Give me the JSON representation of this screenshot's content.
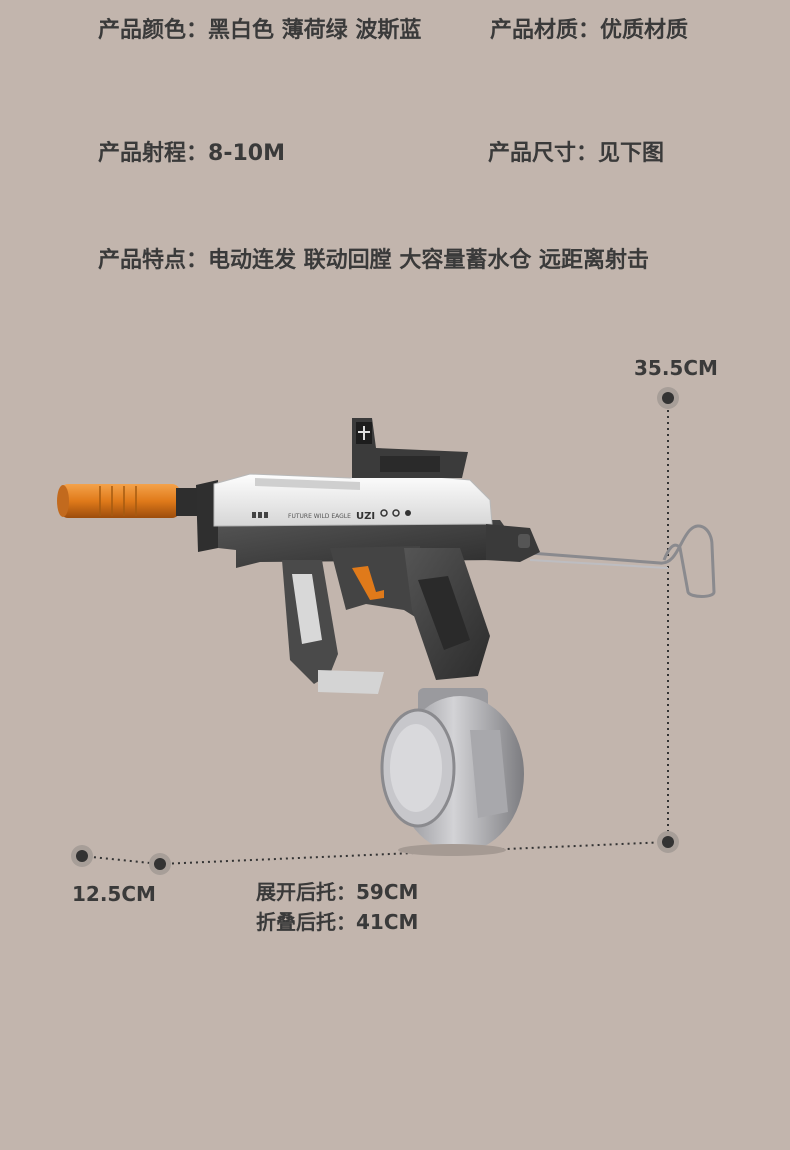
{
  "specs": {
    "color": {
      "label": "产品颜色：",
      "value": "黑白色 薄荷绿 波斯蓝"
    },
    "material": {
      "label": "产品材质：",
      "value": "优质材质"
    },
    "range": {
      "label": "产品射程：",
      "value": "8-10M"
    },
    "size": {
      "label": "产品尺寸：",
      "value": "见下图"
    },
    "features": {
      "label": "产品特点：",
      "value": "电动连发 联动回膛 大容量蓄水仓 远距离射击"
    }
  },
  "dimensions": {
    "height": "35.5CM",
    "depth": "12.5CM",
    "length_extended": "展开后托：59CM",
    "length_folded": "折叠后托：41CM"
  },
  "product": {
    "print_text": "FUTURE WILD EAGLE",
    "model": "UZI"
  },
  "colors": {
    "background": "#c2b5ad",
    "text": "#3a3a3a",
    "body_white": "#ececec",
    "body_dark": "#3f3f3f",
    "muzzle_orange": "#e07a1a",
    "drum_silver": "#b9b9bd"
  }
}
